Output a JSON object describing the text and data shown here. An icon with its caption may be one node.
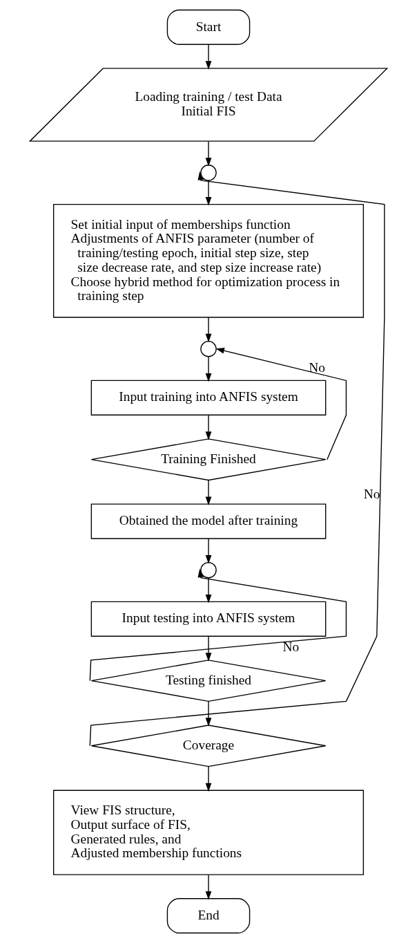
{
  "diagram": {
    "nodes": [
      {
        "text": [
          "Start"
        ]
      },
      {
        "text": [
          "Loading training / test Data",
          "Initial FIS"
        ]
      },
      {
        "text": [],
        "shape": "circle"
      },
      {
        "text": [
          "Set initial input of memberships function",
          "Adjustments of ANFIS parameter (number of training/testing epoch, initial step size, step size decrease rate, and step size increase rate)",
          "Choose hybrid method for optimization process in training step"
        ]
      },
      {
        "text": [],
        "shape": "circle"
      },
      {
        "text": [
          "Input training into ANFIS system"
        ]
      },
      {
        "text": [
          "Training Finished"
        ]
      },
      {
        "text": [
          "Obtained the model after training"
        ]
      },
      {
        "text": [],
        "shape": "circle"
      },
      {
        "text": [
          "Input testing into ANFIS system"
        ]
      },
      {
        "text": [
          "Testing finished"
        ]
      },
      {
        "text": [
          "Coverage"
        ]
      },
      {
        "text": [
          "View FIS structure,",
          "Output surface of FIS,",
          "Generated rules, and",
          "Adjusted membership functions"
        ]
      },
      {
        "text": [
          "End"
        ]
      }
    ],
    "edges": [
      {
        "from": 0,
        "to": 1,
        "arrow": "to"
      },
      {
        "from": 1,
        "to": 2,
        "arrow": "to"
      },
      {
        "from": 2,
        "to": 3,
        "arrow": "to"
      },
      {
        "from": 3,
        "to": 4,
        "arrow": "to"
      },
      {
        "from": 4,
        "to": 5,
        "arrow": "to"
      },
      {
        "from": 5,
        "to": 6,
        "arrow": "to"
      },
      {
        "from": 6,
        "to": 4,
        "arrow": "to",
        "label": "No"
      },
      {
        "from": 6,
        "to": 7,
        "arrow": "to"
      },
      {
        "from": 7,
        "to": 8,
        "arrow": "to"
      },
      {
        "from": 8,
        "to": 9,
        "arrow": "to"
      },
      {
        "from": 9,
        "to": 10,
        "arrow": "to"
      },
      {
        "from": 10,
        "to": 8,
        "arrow": "to",
        "label": "No"
      },
      {
        "from": 10,
        "to": 11,
        "arrow": "to"
      },
      {
        "from": 11,
        "to": 2,
        "arrow": "to",
        "label": "No"
      },
      {
        "from": 11,
        "to": 12,
        "arrow": "to"
      },
      {
        "from": 12,
        "to": 13,
        "arrow": "to"
      }
    ]
  }
}
